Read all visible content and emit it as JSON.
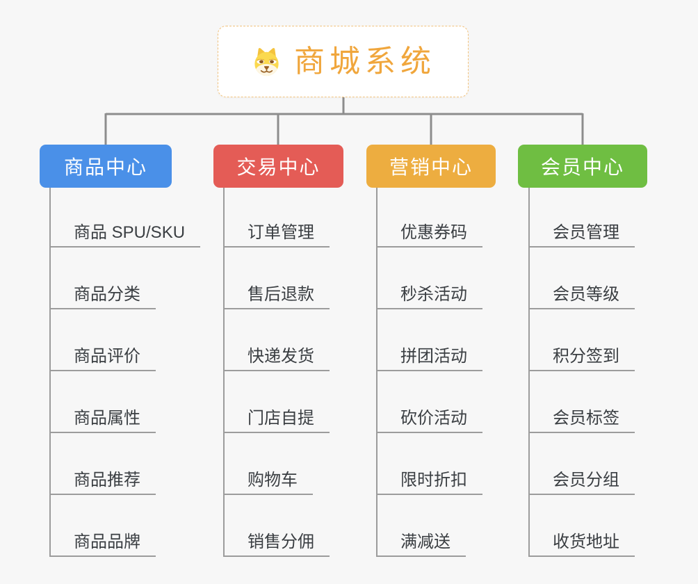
{
  "root": {
    "title": "商城系统",
    "icon": "doge-icon",
    "title_color": "#f0a63c",
    "border_color": "#f2c27c"
  },
  "branches": [
    {
      "label": "商品中心",
      "color": "#4a90e8",
      "items": [
        "商品 SPU/SKU",
        "商品分类",
        "商品评价",
        "商品属性",
        "商品推荐",
        "商品品牌"
      ]
    },
    {
      "label": "交易中心",
      "color": "#e45c56",
      "items": [
        "订单管理",
        "售后退款",
        "快递发货",
        "门店自提",
        "购物车",
        "销售分佣"
      ]
    },
    {
      "label": "营销中心",
      "color": "#edad40",
      "items": [
        "优惠券码",
        "秒杀活动",
        "拼团活动",
        "砍价活动",
        "限时折扣",
        "满减送"
      ]
    },
    {
      "label": "会员中心",
      "color": "#6fbe42",
      "items": [
        "会员管理",
        "会员等级",
        "积分签到",
        "会员标签",
        "会员分组",
        "收货地址"
      ]
    }
  ],
  "styles": {
    "background": "#f7f7f7",
    "tree_connector_color": "#8d8d8d",
    "leaf_connector_color": "#9c9c9c",
    "leaf_text_color": "#3a3e42"
  }
}
